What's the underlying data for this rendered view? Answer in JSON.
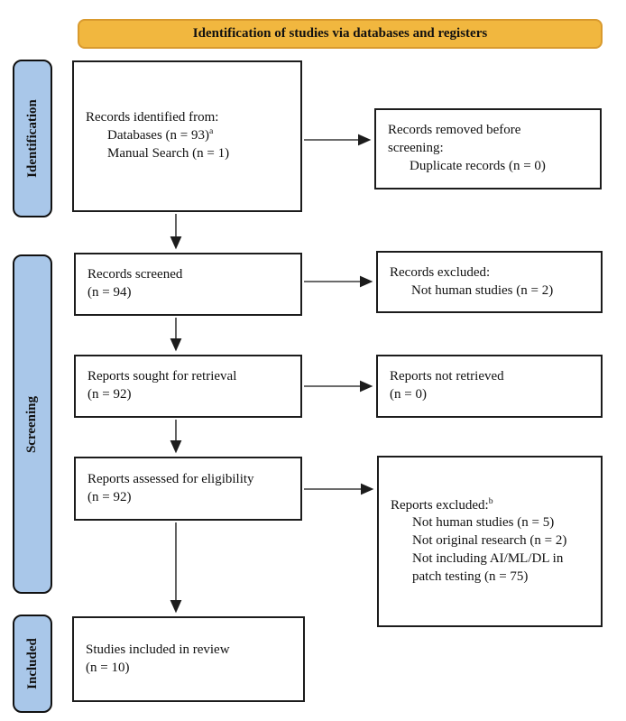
{
  "banner": {
    "label": "Identification of studies via databases and registers"
  },
  "stages": [
    {
      "label": "Identification"
    },
    {
      "label": "Screening"
    },
    {
      "label": "Included"
    }
  ],
  "boxes": {
    "records_identified": {
      "lines": [
        {
          "text": "Records identified from:",
          "indent": 0
        },
        {
          "text": "Databases (n = 93)",
          "indent": 1,
          "sup": "a"
        },
        {
          "text": "Manual Search (n = 1)",
          "indent": 1
        }
      ]
    },
    "records_removed": {
      "lines": [
        {
          "text": "Records removed before",
          "indent": 0
        },
        {
          "text": "screening:",
          "indent": 0
        },
        {
          "text": "Duplicate records (n = 0)",
          "indent": 1
        }
      ]
    },
    "records_screened": {
      "lines": [
        {
          "text": "Records screened",
          "indent": 0
        },
        {
          "text": "(n = 94)",
          "indent": 0
        }
      ]
    },
    "records_excluded": {
      "lines": [
        {
          "text": "Records excluded:",
          "indent": 0
        },
        {
          "text": "Not human studies (n = 2)",
          "indent": 1
        }
      ]
    },
    "reports_sought": {
      "lines": [
        {
          "text": "Reports sought for retrieval",
          "indent": 0
        },
        {
          "text": "(n = 92)",
          "indent": 0
        }
      ]
    },
    "reports_not_retrieved": {
      "lines": [
        {
          "text": "Reports not retrieved",
          "indent": 0
        },
        {
          "text": "(n = 0)",
          "indent": 0
        }
      ]
    },
    "reports_assessed": {
      "lines": [
        {
          "text": "Reports assessed for eligibility",
          "indent": 0
        },
        {
          "text": "(n = 92)",
          "indent": 0
        }
      ]
    },
    "reports_excluded": {
      "lines": [
        {
          "text": "Reports excluded:",
          "indent": 0,
          "sup": "b"
        },
        {
          "text": "Not human studies (n = 5)",
          "indent": 1
        },
        {
          "text": "Not original research (n = 2)",
          "indent": 1
        },
        {
          "text": "Not including AI/ML/DL in",
          "indent": 1
        },
        {
          "text": "patch testing (n = 75)",
          "indent": 1
        }
      ]
    },
    "studies_included": {
      "lines": [
        {
          "text": "Studies included in review",
          "indent": 0
        },
        {
          "text": "(n = 10)",
          "indent": 0
        }
      ]
    }
  },
  "colors": {
    "banner_fill": "#F1B73F",
    "banner_border": "#D99A2E",
    "stage_fill": "#A9C7E9",
    "box_border": "#1C1C1C",
    "arrow": "#3A3A3A"
  }
}
